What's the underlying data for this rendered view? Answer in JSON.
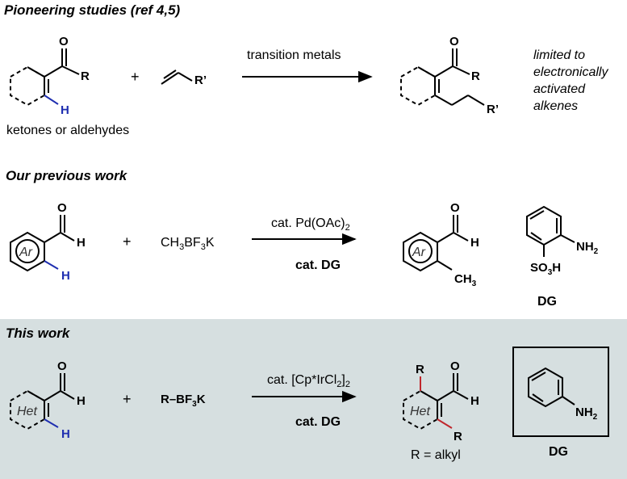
{
  "section1": {
    "heading": "Pioneering studies (ref 4,5)",
    "substrate_label": "ketones or aldehydes",
    "arrow_condition": "transition metals",
    "note_lines": [
      "limited to",
      "electronically",
      "activated",
      "alkenes"
    ],
    "atoms": {
      "O": "O",
      "R": "R",
      "H": "H",
      "Rprime": "R’",
      "plus": "+"
    }
  },
  "section2": {
    "heading": "Our previous work",
    "reagent": "CH3BF3K",
    "condition_top": "cat. Pd(OAc)2",
    "condition_bottom": "cat. DG",
    "ring_label": "Ar",
    "dg_label": "DG",
    "atoms": {
      "O": "O",
      "H": "H",
      "CH3": "CH3",
      "NH2": "NH2",
      "SO3H": "SO3H",
      "plus": "+"
    }
  },
  "section3": {
    "heading": "This work",
    "reagent": "R–BF3K",
    "condition_top": "cat. [Cp*IrCl2]2",
    "condition_bottom": "cat. DG",
    "ring_label": "Het",
    "product_note": "R = alkyl",
    "dg_label": "DG",
    "atoms": {
      "O": "O",
      "H": "H",
      "R": "R",
      "NH2": "NH2",
      "plus": "+"
    }
  },
  "colors": {
    "bond": "#000000",
    "highlight_h": "#1f2fb0",
    "new_bond": "#c0272d",
    "panel": "#d6dfe0"
  }
}
